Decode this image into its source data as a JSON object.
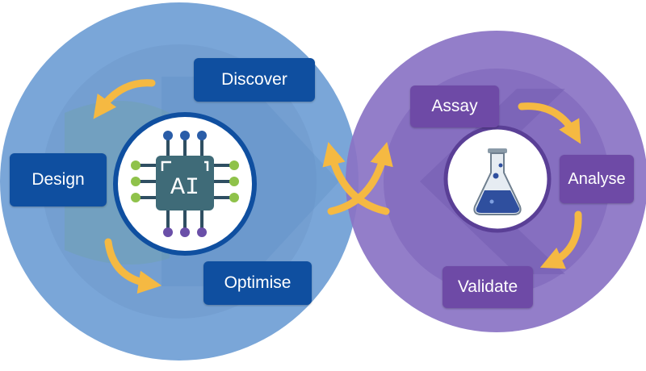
{
  "colors": {
    "blue_ring": "#7aa6d8",
    "blue_inner": "#6f99cc",
    "purple_ring": "#8a73c4",
    "purple_inner": "#7b62b8",
    "blue_box": "#0f4fa0",
    "purple_box": "#6e4aa6",
    "arrow": "#f5b942",
    "chip": "#3f6b78"
  },
  "left_cycle": {
    "center_icon": "ai-chip-icon",
    "center_text": "AI",
    "nodes": [
      {
        "label": "Discover"
      },
      {
        "label": "Design"
      },
      {
        "label": "Optimise"
      }
    ]
  },
  "right_cycle": {
    "center_icon": "lab-flask-icon",
    "nodes": [
      {
        "label": "Assay"
      },
      {
        "label": "Analyse"
      },
      {
        "label": "Validate"
      }
    ]
  }
}
